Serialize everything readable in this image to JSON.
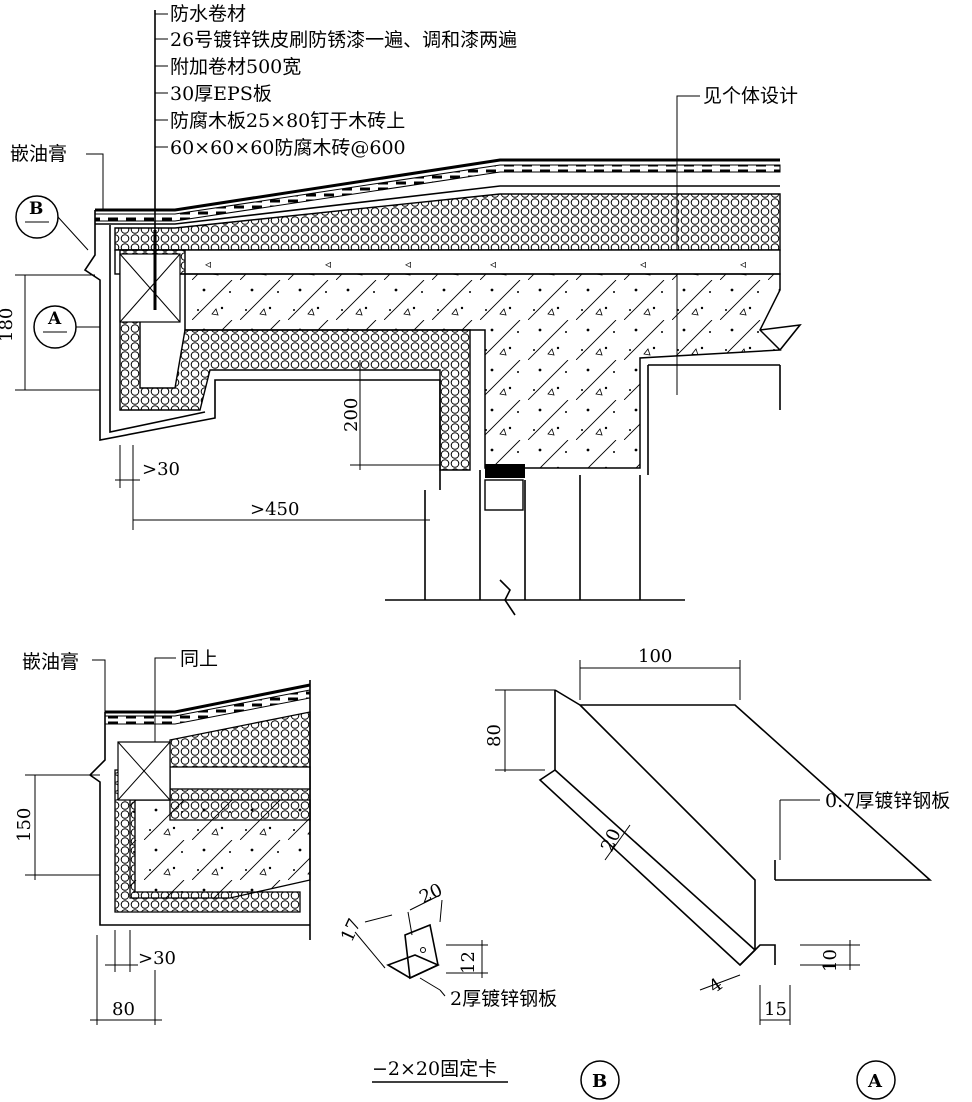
{
  "main_detail": {
    "layers": [
      "防水卷材",
      "26号镀锌铁皮刷防锈漆一遍、调和漆两遍",
      "附加卷材500宽",
      "30厚EPS板",
      "防腐木板25×80钉于木砖上",
      "60×60×60防腐木砖@600"
    ],
    "sealant": "嵌油膏",
    "see_design": "见个体设计",
    "callout_b": "B",
    "callout_a": "A",
    "dim_180": "180",
    "dim_200": "200",
    "dim_30": ">30",
    "dim_450": ">450"
  },
  "small_detail": {
    "sealant": "嵌油膏",
    "same_as_above": "同上",
    "dim_150": "150",
    "dim_30": ">30",
    "dim_80": "80"
  },
  "detail_b": {
    "dim_17": "17",
    "dim_20": "20",
    "dim_12": "12",
    "material": "2厚镀锌钢板",
    "caption": "−2×20固定卡",
    "tag": "B"
  },
  "detail_a": {
    "dim_100": "100",
    "dim_80": "80",
    "dim_20": "20",
    "dim_4": "4",
    "dim_15": "15",
    "dim_10": "10",
    "material": "0.7厚镀锌钢板",
    "tag": "A"
  }
}
